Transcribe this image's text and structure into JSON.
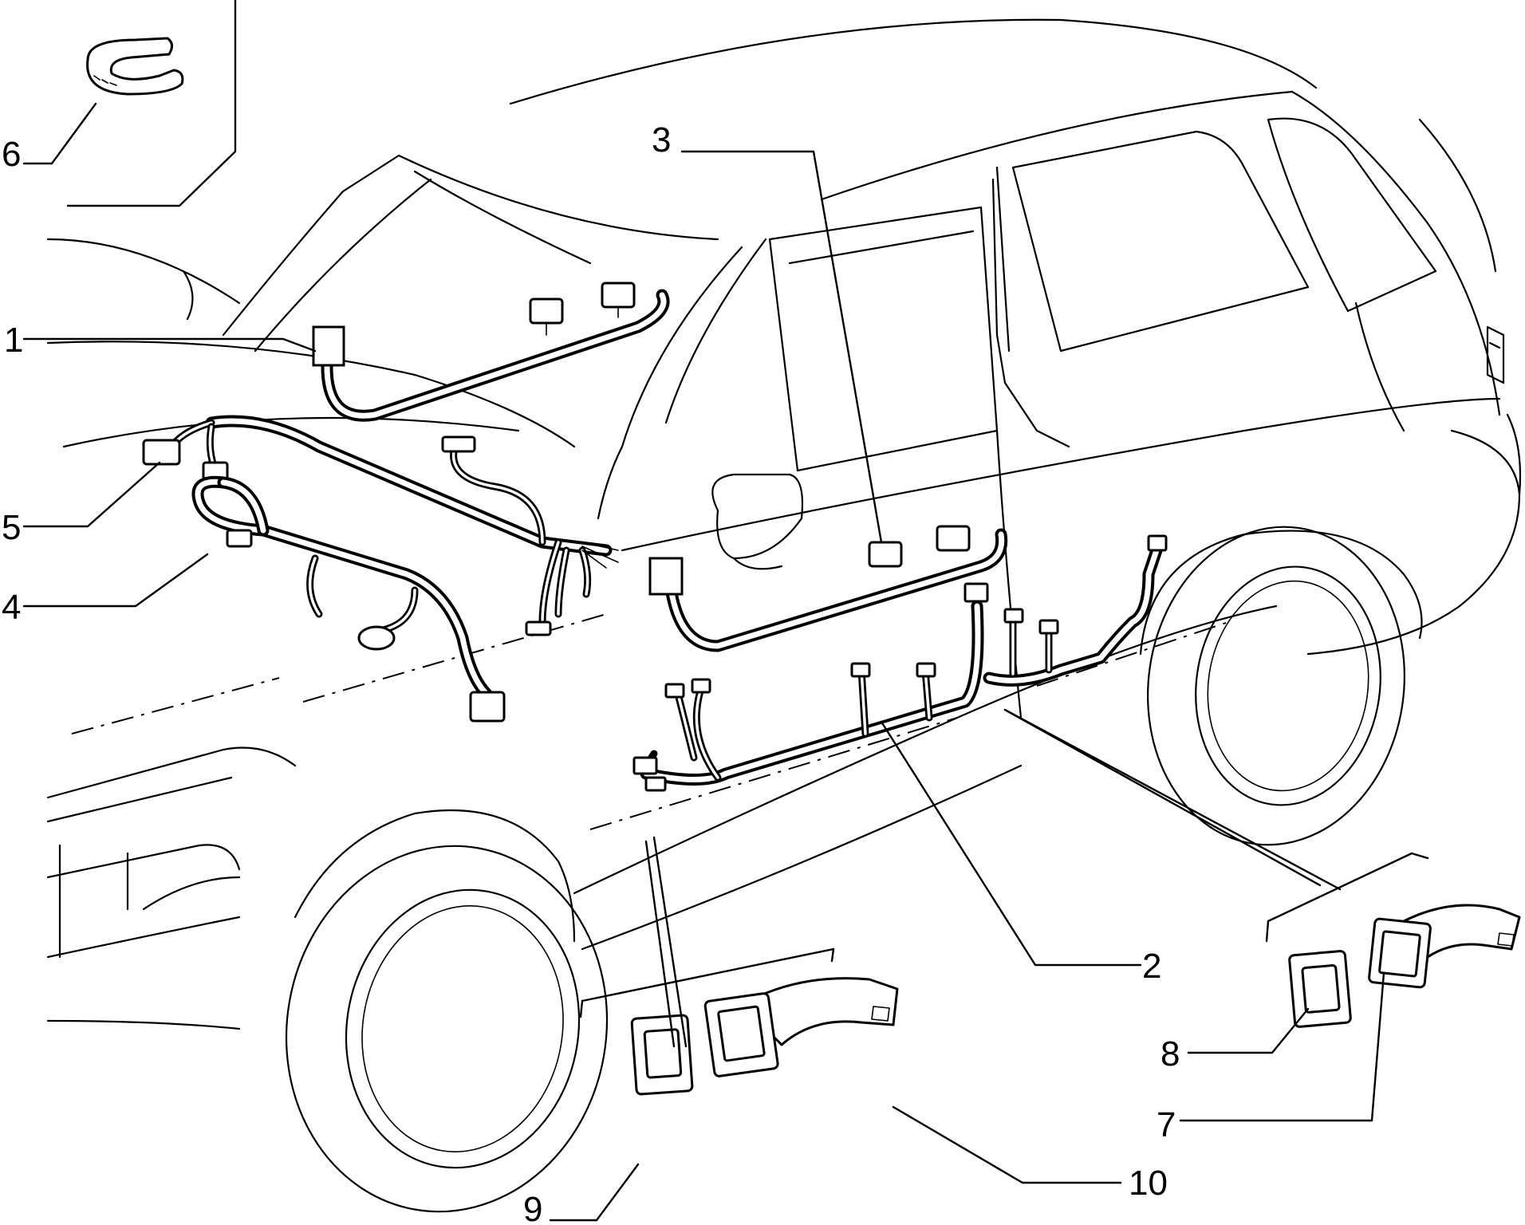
{
  "diagram": {
    "callouts": [
      {
        "id": "c1",
        "label": "1"
      },
      {
        "id": "c2",
        "label": "2"
      },
      {
        "id": "c3",
        "label": "3"
      },
      {
        "id": "c4",
        "label": "4"
      },
      {
        "id": "c5",
        "label": "5"
      },
      {
        "id": "c6",
        "label": "6"
      },
      {
        "id": "c7",
        "label": "7"
      },
      {
        "id": "c8",
        "label": "8"
      },
      {
        "id": "c9",
        "label": "9"
      },
      {
        "id": "c10",
        "label": "10"
      }
    ]
  },
  "colors": {
    "line": "#000000",
    "background": "#ffffff"
  }
}
